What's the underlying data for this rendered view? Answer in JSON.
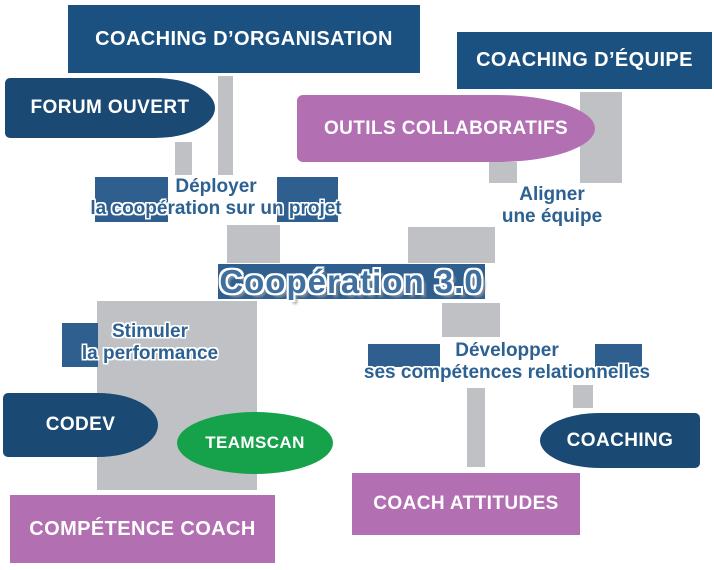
{
  "diagram_title": "Coopération 3.0",
  "nodes": {
    "coaching_organisation": {
      "label": "COACHING D’ORGANISATION",
      "type": "rectangle",
      "color_key": "navy"
    },
    "coaching_equipe": {
      "label": "COACHING D’ÉQUIPE",
      "type": "rectangle",
      "color_key": "navy"
    },
    "forum_ouvert": {
      "label": "FORUM OUVERT",
      "type": "bullet-right",
      "color_key": "navy_deep"
    },
    "outils_collaboratifs": {
      "label": "OUTILS COLLABORATIFS",
      "type": "bullet-right",
      "color_key": "purple"
    },
    "codev": {
      "label": "CODEV",
      "type": "bullet-right",
      "color_key": "navy_deep"
    },
    "teamscan": {
      "label": "TEAMSCAN",
      "type": "ellipse",
      "color_key": "green"
    },
    "coaching": {
      "label": "COACHING",
      "type": "bullet-left",
      "color_key": "navy_deep"
    },
    "competence_coach": {
      "label": "COMPÉTENCE COACH",
      "type": "rectangle",
      "color_key": "purple"
    },
    "coach_attitudes": {
      "label": "COACH ATTITUDES",
      "type": "rectangle",
      "color_key": "purple"
    }
  },
  "links": {
    "deployer": {
      "line1": "Déployer",
      "line2": "la coopération sur un projet"
    },
    "aligner": {
      "line1": "Aligner",
      "line2": "une équipe"
    },
    "stimuler": {
      "line1": "Stimuler",
      "line2": "la performance"
    },
    "developper": {
      "line1": "Développer",
      "line2": "ses compétences relationnelles"
    }
  },
  "colors": {
    "navy": "#1b5181",
    "navy_deep": "#1a4a74",
    "blue_mid": "#2e5f8e",
    "text_blue": "#2d6191",
    "title_blue": "#3f70a0",
    "purple": "#b26fb2",
    "green": "#16a24a",
    "gray": "#bfc1c4"
  }
}
